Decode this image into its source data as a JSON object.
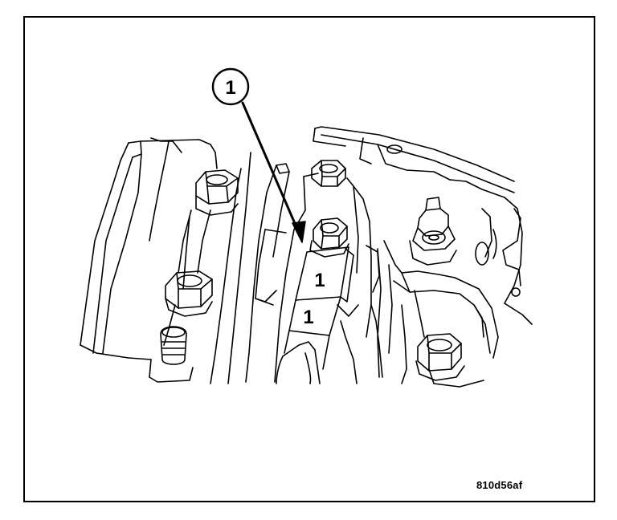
{
  "callout": {
    "number": "1"
  },
  "cap_marks": {
    "upper": "1",
    "lower": "1"
  },
  "figure_id": "810d56af",
  "colors": {
    "line": "#000000",
    "background": "#ffffff"
  }
}
